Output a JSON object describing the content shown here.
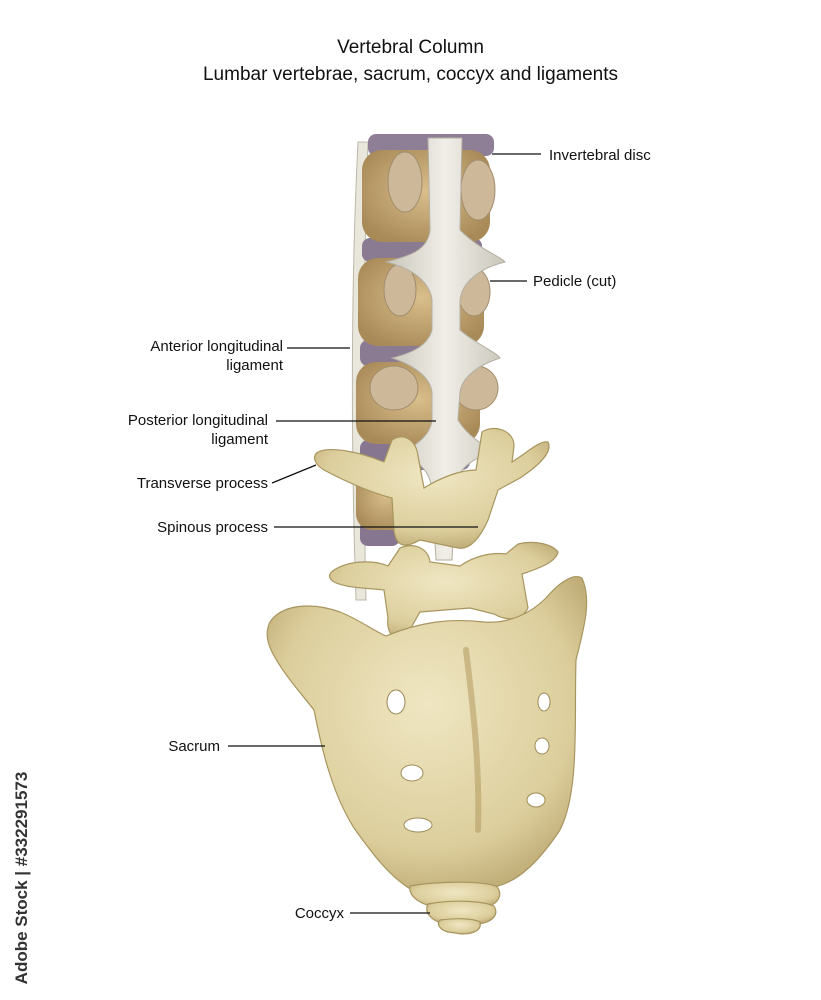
{
  "title": {
    "line1": "Vertebral Column",
    "line2": "Lumbar vertebrae, sacrum, coccyx and ligaments"
  },
  "labels": {
    "invertebral_disc": "Invertebral disc",
    "pedicle": "Pedicle (cut)",
    "anterior_line1": "Anterior longitudinal",
    "anterior_line2": "ligament",
    "posterior_line1": "Posterior longitudinal",
    "posterior_line2": "ligament",
    "transverse": "Transverse process",
    "spinous": "Spinous process",
    "sacrum": "Sacrum",
    "coccyx": "Coccyx"
  },
  "watermark": "Adobe Stock | #332291573",
  "colors": {
    "bone": "#e2d6a8",
    "bone_shadow": "#b8a775",
    "vertebral_body": "#c9aa78",
    "pedicle_cut": "#cdb89a",
    "disc": "#8f7f96",
    "ligament": "#dcd9cf",
    "leader_line": "#111111"
  }
}
